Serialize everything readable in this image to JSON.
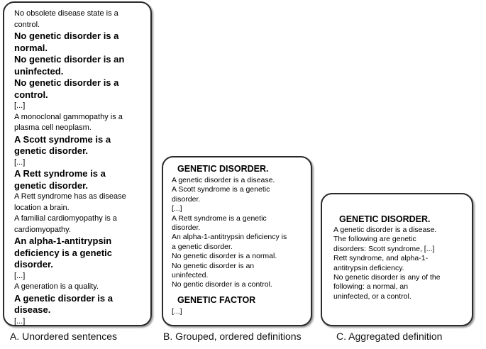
{
  "panels": [
    {
      "id": "A",
      "lines": [
        {
          "text": "No obsolete disease state is a",
          "style": "s"
        },
        {
          "text": "control.",
          "style": "s"
        },
        {
          "text": "No genetic disorder is a",
          "style": "b"
        },
        {
          "text": "normal.",
          "style": "b"
        },
        {
          "text": "No genetic disorder is an",
          "style": "b"
        },
        {
          "text": "uninfected.",
          "style": "b"
        },
        {
          "text": "No genetic disorder is a",
          "style": "b"
        },
        {
          "text": "control.",
          "style": "b"
        },
        {
          "text": "[...]",
          "style": "s"
        },
        {
          "text": "A monoclonal gammopathy is a",
          "style": "s"
        },
        {
          "text": "plasma cell neoplasm.",
          "style": "s"
        },
        {
          "text": "A Scott syndrome is a",
          "style": "b"
        },
        {
          "text": "genetic disorder.",
          "style": "b"
        },
        {
          "text": "[...]",
          "style": "s"
        },
        {
          "text": "A Rett syndrome is a",
          "style": "b"
        },
        {
          "text": "genetic disorder.",
          "style": "b"
        },
        {
          "text": "A Rett syndrome has as disease",
          "style": "s"
        },
        {
          "text": "location a brain.",
          "style": "s"
        },
        {
          "text": "A familial cardiomyopathy is a",
          "style": "s"
        },
        {
          "text": "cardiomyopathy.",
          "style": "s"
        },
        {
          "text": "An alpha-1-antitrypsin",
          "style": "b"
        },
        {
          "text": "deficiency is a genetic",
          "style": "b"
        },
        {
          "text": "disorder.",
          "style": "b"
        },
        {
          "text": "[...]",
          "style": "s"
        },
        {
          "text": "A generation is a quality.",
          "style": "s"
        },
        {
          "text": "A genetic disorder is a",
          "style": "b"
        },
        {
          "text": "disease.",
          "style": "b"
        },
        {
          "text": "[...]",
          "style": "s"
        }
      ]
    },
    {
      "id": "B",
      "lines": [
        {
          "text": "GENETIC DISORDER.",
          "style": "ph first"
        },
        {
          "text": "A genetic disorder is a disease.",
          "style": "ps"
        },
        {
          "text": "A Scott syndrome is a genetic",
          "style": "ps"
        },
        {
          "text": "disorder.",
          "style": "ps"
        },
        {
          "text": "[...]",
          "style": "ps"
        },
        {
          "text": "A Rett syndrome is a genetic",
          "style": "ps"
        },
        {
          "text": "disorder.",
          "style": "ps"
        },
        {
          "text": "An alpha-1-antitrypsin deficiency is",
          "style": "ps"
        },
        {
          "text": "a genetic disorder.",
          "style": "ps"
        },
        {
          "text": "No genetic disorder is a normal.",
          "style": "ps"
        },
        {
          "text": "No genetic disorder is an",
          "style": "ps"
        },
        {
          "text": "uninfected.",
          "style": "ps"
        },
        {
          "text": "No gentic disorder is a control.",
          "style": "ps"
        },
        {
          "text": "GENETIC FACTOR",
          "style": "ph second"
        },
        {
          "text": "[...]",
          "style": "ps"
        }
      ]
    },
    {
      "id": "C",
      "lines": [
        {
          "text": "GENETIC DISORDER.",
          "style": "ph"
        },
        {
          "text": "A genetic disorder is a disease.",
          "style": "ps"
        },
        {
          "text": "The following are genetic",
          "style": "ps"
        },
        {
          "text": "disorders: Scott syndrome, [...]",
          "style": "ps"
        },
        {
          "text": "Rett syndrome, and alpha-1-",
          "style": "ps"
        },
        {
          "text": "antitrypsin deficiency.",
          "style": "ps"
        },
        {
          "text": "No genetic disorder is any of the",
          "style": "ps"
        },
        {
          "text": "following: a normal, an",
          "style": "ps"
        },
        {
          "text": "uninfected, or a control.",
          "style": "ps"
        }
      ]
    }
  ],
  "captions": {
    "a": "A. Unordered sentences",
    "b": "B. Grouped, ordered definitions",
    "c": "C. Aggregated definition"
  }
}
